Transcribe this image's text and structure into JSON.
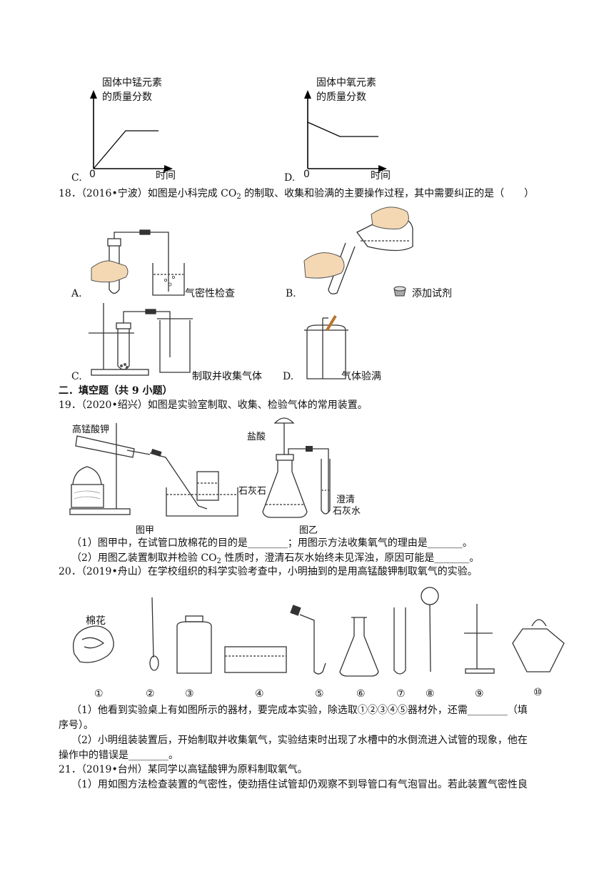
{
  "q17": {
    "optC": {
      "letter": "C.",
      "ylabel_line1": "固体中锰元素",
      "ylabel_line2": "的质量分数",
      "origin": "0",
      "xlabel": "时间"
    },
    "optD": {
      "letter": "D.",
      "ylabel_line1": "固体中氧元素",
      "ylabel_line2": "的质量分数",
      "origin": "0",
      "xlabel": "时间"
    }
  },
  "chart_data": [
    {
      "type": "line",
      "ylabel": "固体中锰元素的质量分数",
      "xlabel": "时间",
      "origin": "0",
      "series": [
        {
          "values": [
            [
              0,
              0
            ],
            [
              1,
              1
            ],
            [
              2,
              1
            ]
          ]
        }
      ]
    },
    {
      "type": "line",
      "ylabel": "固体中氧元素的质量分数",
      "xlabel": "时间",
      "origin": "0",
      "series": [
        {
          "values": [
            [
              0,
              1
            ],
            [
              1,
              0.75
            ],
            [
              2,
              0.75
            ]
          ]
        }
      ]
    }
  ],
  "q18": {
    "stem_pre": "18．（2016•宁波）如图是小科完成 CO",
    "stem_sub": "2",
    "stem_post": " 的制取、收集和验满的主要操作过程，其中需要纠正的是（　　）",
    "optA": {
      "letter": "A.",
      "label": "气密性检查"
    },
    "optB": {
      "letter": "B.",
      "label": "添加试剂"
    },
    "optC": {
      "letter": "C.",
      "label": "制取并收集气体"
    },
    "optD": {
      "letter": "D.",
      "label": "气体验满"
    }
  },
  "section2": "二．填空题（共 9 小题）",
  "q19": {
    "stem": "19．（2020•绍兴）如图是实验室制取、收集、检验气体的常用装置。",
    "fig_a_label": "高锰酸钾",
    "fig_a_caption": "图甲",
    "fig_b_labels": {
      "acid": "盐酸",
      "stone": "石灰石",
      "limewater1": "澄清",
      "limewater2": "石灰水"
    },
    "fig_b_caption": "图乙",
    "p1": "（1）图甲中，在试管口放棉花的目的是________；用图示方法收集氧气的理由是_______。",
    "p2_pre": "（2）用图乙装置制取并检验 CO",
    "p2_sub": "2",
    "p2_post": " 性质时，澄清石灰水始终未见浑浊，原因可能是_______。"
  },
  "q20": {
    "stem": "20．（2019•舟山）在学校组织的科学实验考查中，小明抽到的是用高锰酸钾制取氧气的实验。",
    "cotton_label": "棉花",
    "numbers": [
      "①",
      "②",
      "③",
      "④",
      "⑤",
      "⑥",
      "⑦",
      "⑧",
      "⑨",
      "⑩"
    ],
    "p1_line1": "（1）他看到实验桌上有如图所示的器材，要完成本实验，除选取①②③④⑤器材外，还需________（填",
    "p1_line2": "序号）。",
    "p2_line1": "（2）小明组装装置后，开始制取并收集氧气，实验结束时出现了水槽中的水倒流进入试管的现象，他在",
    "p2_line2": "操作中的错误是________。"
  },
  "q21": {
    "stem": "21．（2019•台州）某同学以高锰酸钾为原料制取氧气。",
    "p1": "（1）用如图方法检查装置的气密性，使劲捂住试管却仍观察不到导管口有气泡冒出。若此装置气密性良"
  }
}
